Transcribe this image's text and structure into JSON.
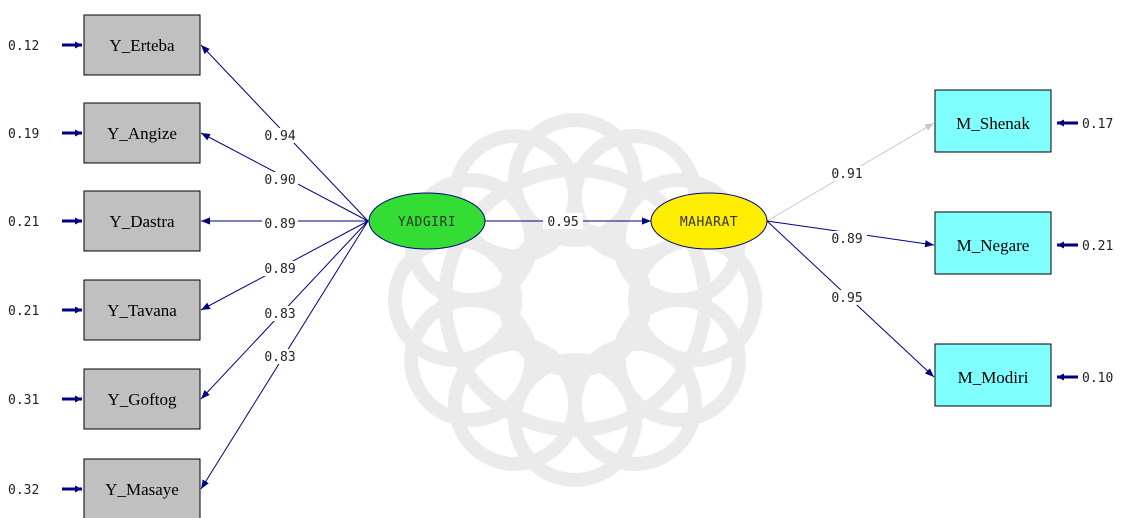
{
  "colors": {
    "left_box": "#c0c0c0",
    "right_box": "#80ffff",
    "yadgiri": "#33dd33",
    "maharat": "#ffee00",
    "arrow": "#000080",
    "faint_arrow": "#c8c8c8"
  },
  "latent": {
    "yadgiri": "YADGIRI",
    "maharat": "MAHARAT",
    "path_coef": "0.95"
  },
  "left_indicators": [
    {
      "label": "Y_Erteba",
      "error": "0.12",
      "loading": "0.94"
    },
    {
      "label": "Y_Angize",
      "error": "0.19",
      "loading": "0.90"
    },
    {
      "label": "Y_Dastra",
      "error": "0.21",
      "loading": "0.89"
    },
    {
      "label": "Y_Tavana",
      "error": "0.21",
      "loading": "0.89"
    },
    {
      "label": "Y_Goftog",
      "error": "0.31",
      "loading": "0.83"
    },
    {
      "label": "Y_Masaye",
      "error": "0.32",
      "loading": "0.83"
    }
  ],
  "right_indicators": [
    {
      "label": "M_Shenak",
      "error": "0.17",
      "loading": "0.91"
    },
    {
      "label": "M_Negare",
      "error": "0.21",
      "loading": "0.89"
    },
    {
      "label": "M_Modiri",
      "error": "0.10",
      "loading": "0.95"
    }
  ]
}
